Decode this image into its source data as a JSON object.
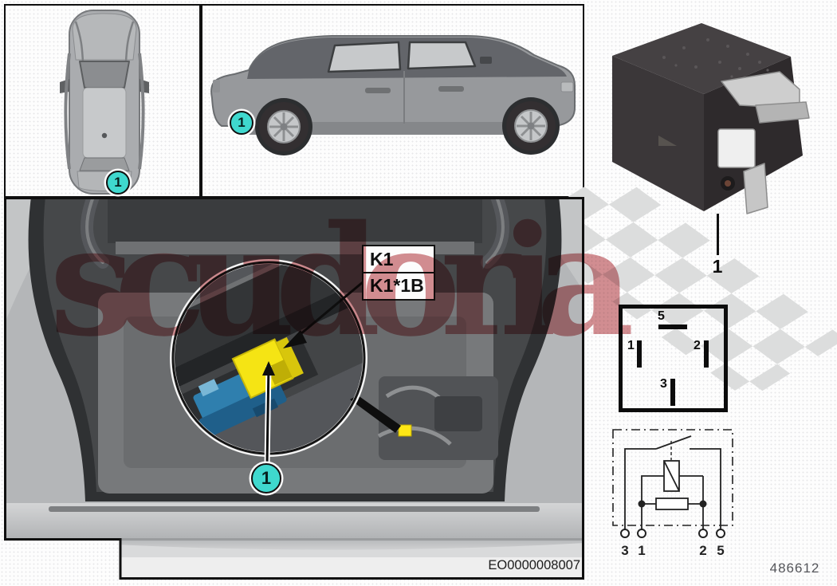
{
  "watermark_text": "scudoria",
  "callouts": {
    "top_view": "1",
    "side_view": "1",
    "trunk": "1",
    "relay_photo": "1"
  },
  "component_label": {
    "line1": "K1",
    "line2": "K1*1B"
  },
  "image_code": "EO0000008007",
  "part_number": "486612",
  "pin_diagram": {
    "pin_top": "5",
    "pin_left": "1",
    "pin_right": "2",
    "pin_bottom": "3"
  },
  "circuit_terminals": [
    "3",
    "1",
    "2",
    "5"
  ],
  "colors": {
    "callout_teal": "#3fd8ce",
    "watermark_red": "#a81e26",
    "relay_yellow": "#f5e414",
    "bracket_blue": "#2f7fae",
    "checker_gray": "#dcdddd",
    "highlight_yellow_marker": "#ffe715"
  }
}
